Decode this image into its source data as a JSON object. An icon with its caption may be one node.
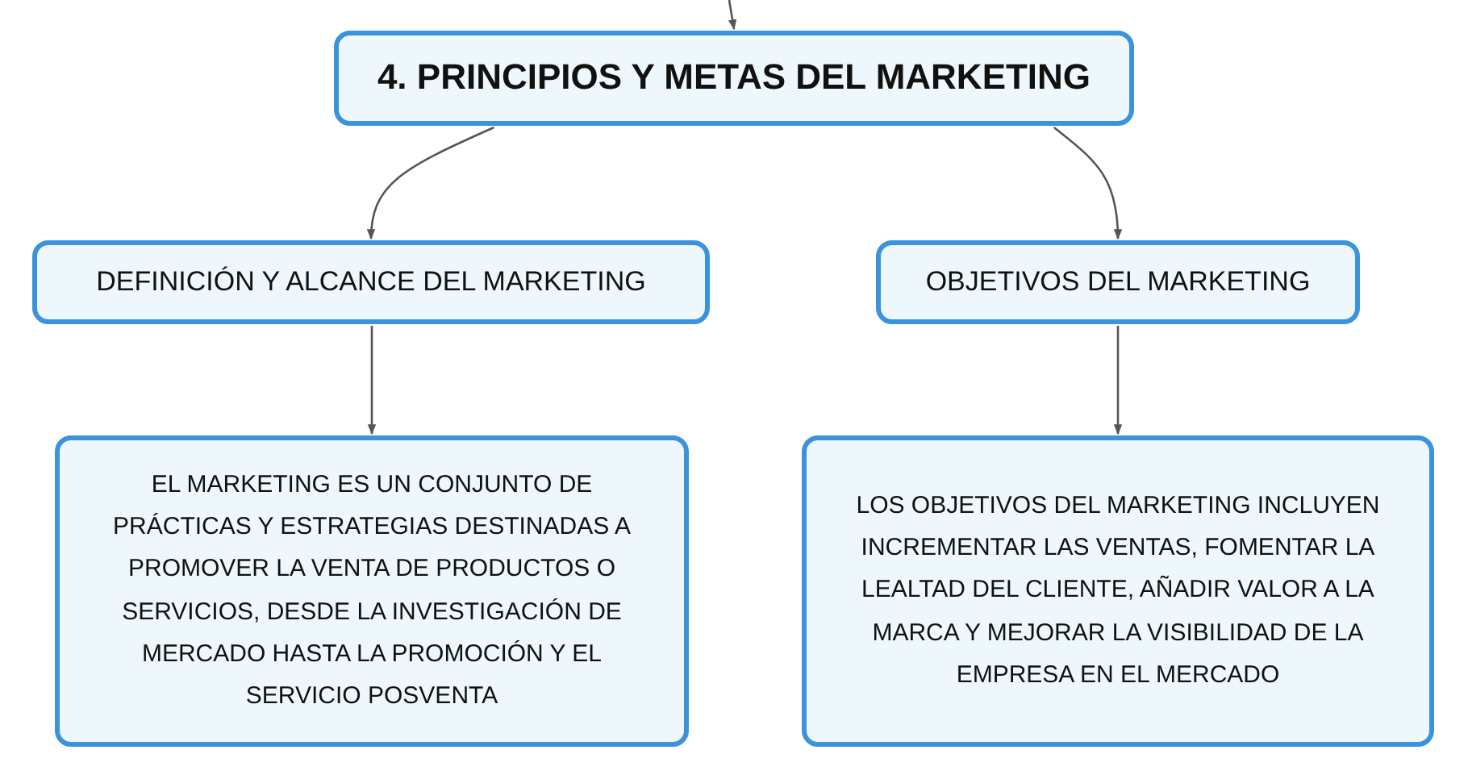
{
  "diagram": {
    "nodes": [
      {
        "text": [
          "4. PRINCIPIOS Y METAS DEL MARKETING"
        ]
      },
      {
        "text": [
          "DEFINICIÓN Y ALCANCE DEL MARKETING"
        ]
      },
      {
        "text": [
          "OBJETIVOS DEL MARKETING"
        ]
      },
      {
        "text": [
          "EL MARKETING ES UN CONJUNTO DE PRÁCTICAS Y ESTRATEGIAS DESTINADAS A PROMOVER LA VENTA DE PRODUCTOS O SERVICIOS, DESDE LA INVESTIGACIÓN DE MERCADO HASTA LA PROMOCIÓN Y EL SERVICIO POSVENTA"
        ]
      },
      {
        "text": [
          "LOS OBJETIVOS DEL MARKETING INCLUYEN INCREMENTAR LAS VENTAS, FOMENTAR LA LEALTAD DEL CLIENTE, AÑADIR VALOR A LA MARCA Y MEJORAR LA VISIBILIDAD DE LA EMPRESA EN EL MERCADO"
        ]
      }
    ],
    "edges": [
      {
        "from": null,
        "to": 0,
        "arrow": "to"
      },
      {
        "from": 0,
        "to": 1,
        "arrow": "to"
      },
      {
        "from": 0,
        "to": 2,
        "arrow": "to"
      },
      {
        "from": 1,
        "to": 3,
        "arrow": "to"
      },
      {
        "from": 2,
        "to": 4,
        "arrow": "to"
      }
    ]
  }
}
